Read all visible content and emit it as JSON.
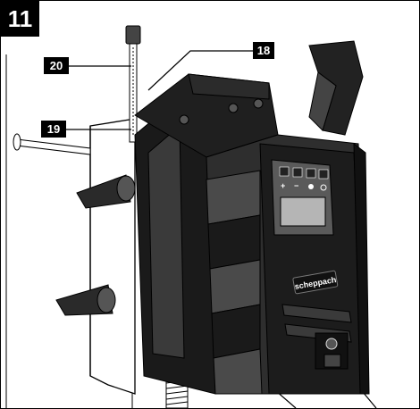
{
  "figure": {
    "number": "11",
    "callouts": {
      "c18": "18",
      "c19": "19",
      "c20": "20"
    },
    "brand": "scheppach",
    "panel_symbols": {
      "plus": "+",
      "minus": "−"
    },
    "colors": {
      "ink": "#000000",
      "background": "#ffffff",
      "device_body": "#1a1a1a",
      "device_shade": "#4a4a4a",
      "device_mid": "#2e2e2e",
      "panel": "#5a5a5a",
      "screen": "#b5b5b5"
    }
  }
}
